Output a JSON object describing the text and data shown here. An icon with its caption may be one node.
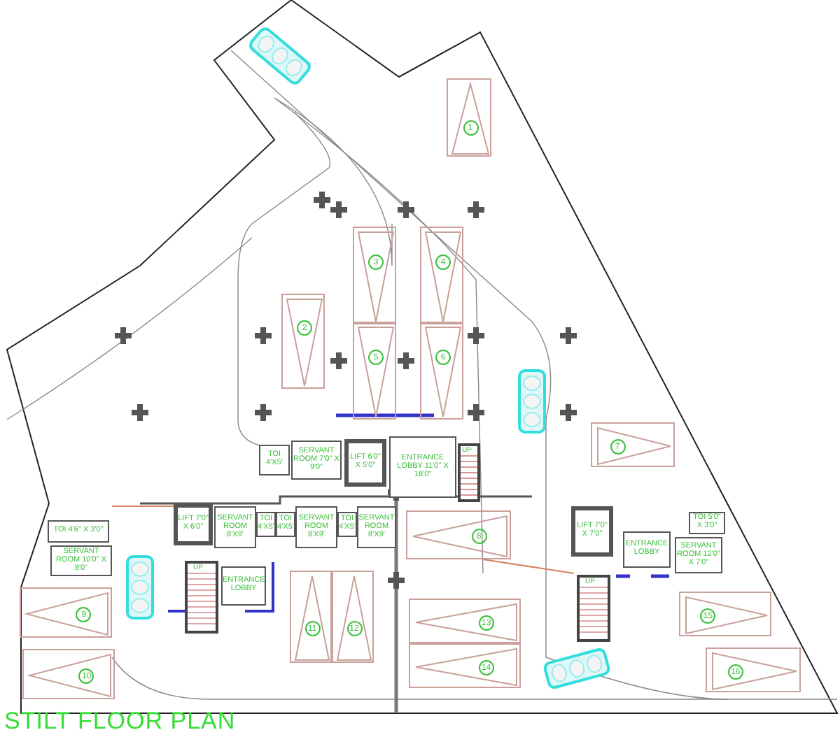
{
  "diagram": {
    "title": "STILT FLOOR PLAN",
    "nodes": [
      {
        "text": [
          "1"
        ]
      },
      {
        "text": [
          "2"
        ]
      },
      {
        "text": [
          "3"
        ]
      },
      {
        "text": [
          "4"
        ]
      },
      {
        "text": [
          "5"
        ]
      },
      {
        "text": [
          "6"
        ]
      },
      {
        "text": [
          "7"
        ]
      },
      {
        "text": [
          "TOI 4'X5'"
        ]
      },
      {
        "text": [
          "SERVANT ROOM 7'0\" X 9'0\""
        ]
      },
      {
        "text": [
          "LIFT 6'0\" X 5'0\""
        ]
      },
      {
        "text": [
          "ENTRANCE LOBBY 11'0\" X 18'0\""
        ]
      },
      {
        "text": [
          "8"
        ]
      },
      {
        "text": [
          "TOI 4'6\" X 3'0\""
        ]
      },
      {
        "text": [
          "SERVANT ROOM 10'0\" X 8'0\""
        ]
      },
      {
        "text": [
          "LIFT 7'0\" X 6'0\""
        ]
      },
      {
        "text": [
          "SERVANT ROOM 8'X9'"
        ]
      },
      {
        "text": [
          "TOI 4'X5'"
        ]
      },
      {
        "text": [
          "TOI 4'X5'"
        ]
      },
      {
        "text": [
          "SERVANT ROOM 8'X9'"
        ]
      },
      {
        "text": [
          "TOI 4'X5'"
        ]
      },
      {
        "text": [
          "SERVANT ROOM 8'X9'"
        ]
      },
      {
        "text": [
          "LIFT 7'0\" X 7'0\""
        ]
      },
      {
        "text": [
          "TOI 5'0\" X 3'0\""
        ]
      },
      {
        "text": [
          "ENTRANCE LOBBY"
        ]
      },
      {
        "text": [
          "SERVANT ROOM 12'0\" X 7'0\""
        ]
      },
      {
        "text": [
          "ENTRANCE LOBBY"
        ]
      },
      {
        "text": [
          "9"
        ]
      },
      {
        "text": [
          "11"
        ]
      },
      {
        "text": [
          "12"
        ]
      },
      {
        "text": [
          "13"
        ]
      },
      {
        "text": [
          "15"
        ]
      },
      {
        "text": [
          "10"
        ]
      },
      {
        "text": [
          "14"
        ]
      },
      {
        "text": [
          "16"
        ]
      }
    ],
    "labels": [
      "UP",
      "UP",
      "UP"
    ]
  }
}
